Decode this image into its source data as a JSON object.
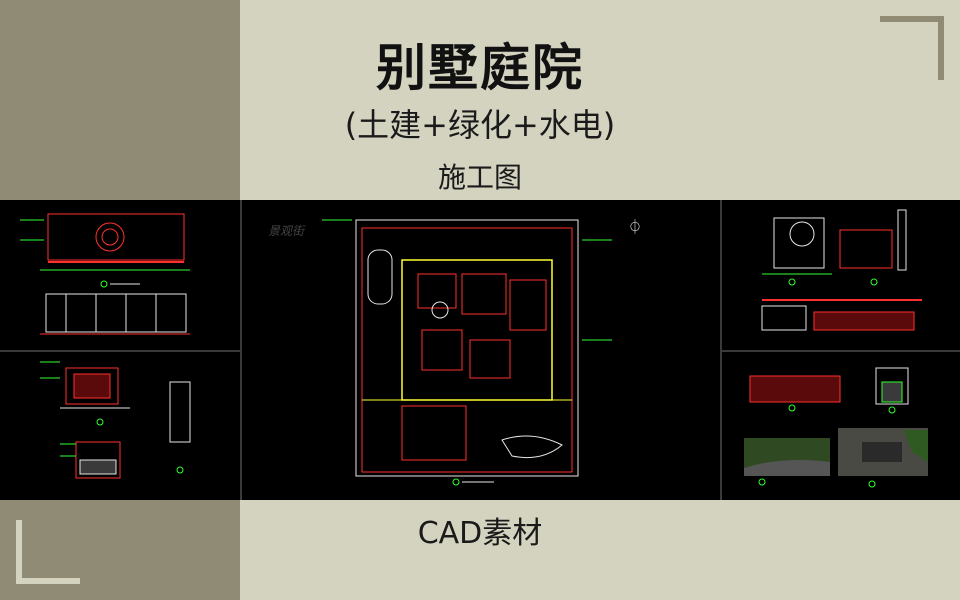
{
  "title": "别墅庭院",
  "subtitle": "(土建+绿化+水电)",
  "subtitle2": "施工图",
  "footer": "CAD素材",
  "watermark": "景观街",
  "colors": {
    "olive_band": "#8f8b75",
    "beige_bg": "#d4d3c0",
    "cad_bg": "#000000",
    "cad_red": "#ff3030",
    "cad_green": "#33ff33",
    "cad_yellow": "#ffff33",
    "cad_white": "#e6e6e6"
  }
}
